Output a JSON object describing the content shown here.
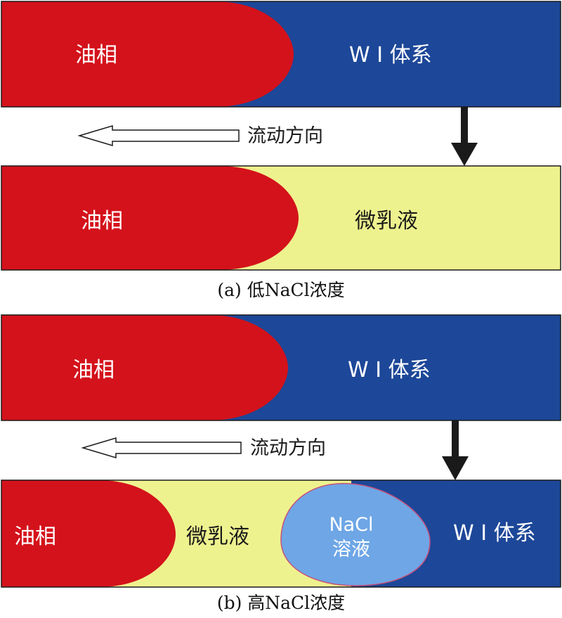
{
  "colors": {
    "oil": "#d4121b",
    "wi": "#1d4798",
    "microemulsion": "#eef28e",
    "nacl": "#6ea6e6",
    "nacl_border": "#c8507a",
    "outline": "#1a1a1a"
  },
  "panel_a": {
    "top_bar": {
      "oil_label": "油相",
      "wi_label": "W I 体系"
    },
    "flow_label": "流动方向",
    "bottom_bar": {
      "oil_label": "油相",
      "micro_label": "微乳液"
    },
    "caption": "(a) 低NaCl浓度"
  },
  "panel_b": {
    "top_bar": {
      "oil_label": "油相",
      "wi_label": "W I 体系"
    },
    "flow_label": "流动方向",
    "bottom_bar": {
      "oil_label": "油相",
      "micro_label": "微乳液",
      "nacl_label_line1": "NaCl",
      "nacl_label_line2": "溶液",
      "wi_label": "W I 体系"
    },
    "caption": "(b) 高NaCl浓度"
  }
}
